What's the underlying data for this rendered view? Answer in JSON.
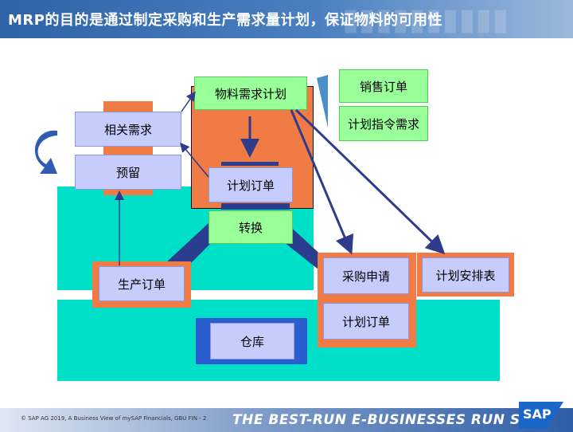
{
  "slide": {
    "title": "MRP的目的是通过制定采购和生产需求量计划，保证物料的可用性"
  },
  "nodes": {
    "material_plan": "物料需求计划",
    "sales_order": "销售订单",
    "plan_directive": "计划指令需求",
    "related_demand": "相关需求",
    "reservation": "预留",
    "planned_order_top": "计划订单",
    "convert": "转换",
    "production_order": "生产订单",
    "purchase_request": "采购申请",
    "planned_order_bottom": "计划订单",
    "schedule_line": "计划安排表",
    "warehouse": "仓库"
  },
  "footer": {
    "copyright": "© SAP AG 2019, A Business View of mySAP Financials, GBU FIN - 2",
    "slogan": "THE BEST-RUN E-BUSINESSES RUN SAP",
    "logo": "SAP"
  },
  "colors": {
    "header_blue": "#2f63a8",
    "teal": "#00e0c8",
    "orange": "#f07b45",
    "navy": "#2a3d8f",
    "lavender": "#c6ccfb",
    "green": "#99ff99",
    "arrow": "#2f3c8c"
  }
}
